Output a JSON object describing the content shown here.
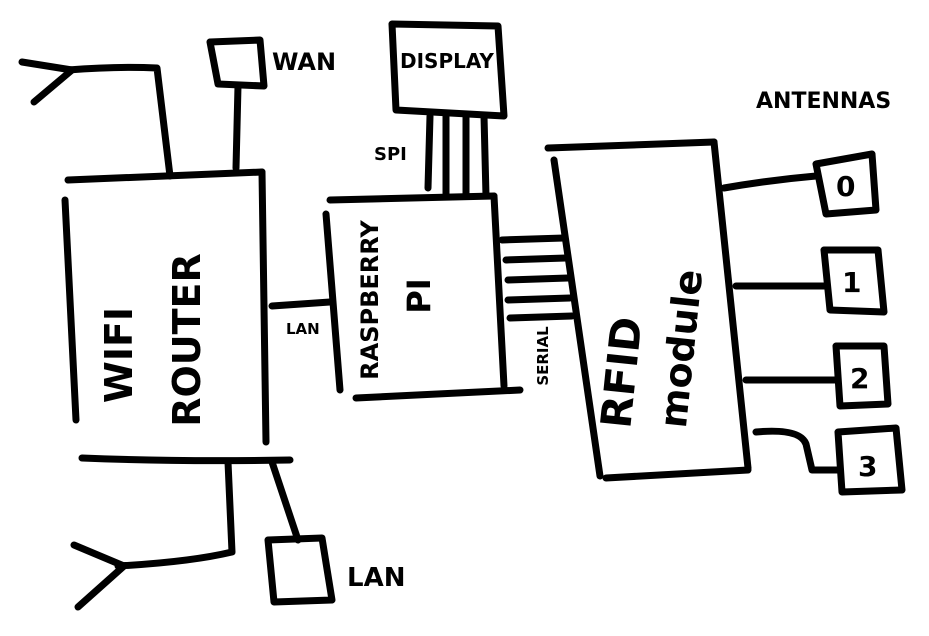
{
  "labels": {
    "wan": "WAN",
    "display": "DISPLAY",
    "spi": "SPI",
    "antennas": "ANTENNAS",
    "router_line1": "WIFI",
    "router_line2": "ROUTER",
    "lan_link": "LAN",
    "rpi_line1": "RASPBERRY",
    "rpi_line2": "PI",
    "serial": "SERIAL",
    "rfid_line1": "RFID",
    "rfid_line2": "module",
    "lan_port": "LAN",
    "antenna_0": "0",
    "antenna_1": "1",
    "antenna_2": "2",
    "antenna_3": "3"
  }
}
